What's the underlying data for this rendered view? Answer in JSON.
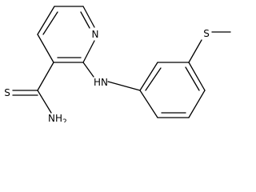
{
  "molecule": {
    "atoms": {
      "ring_nitrogen": "N",
      "thioamide_sulfur": "S",
      "amine": "HN",
      "thioether_sulfur": "S",
      "amide_nitrogen": "NH",
      "amide_subscript": "2"
    },
    "colors": {
      "bond": "#000000",
      "label": "#000000",
      "background": "#ffffff"
    }
  }
}
